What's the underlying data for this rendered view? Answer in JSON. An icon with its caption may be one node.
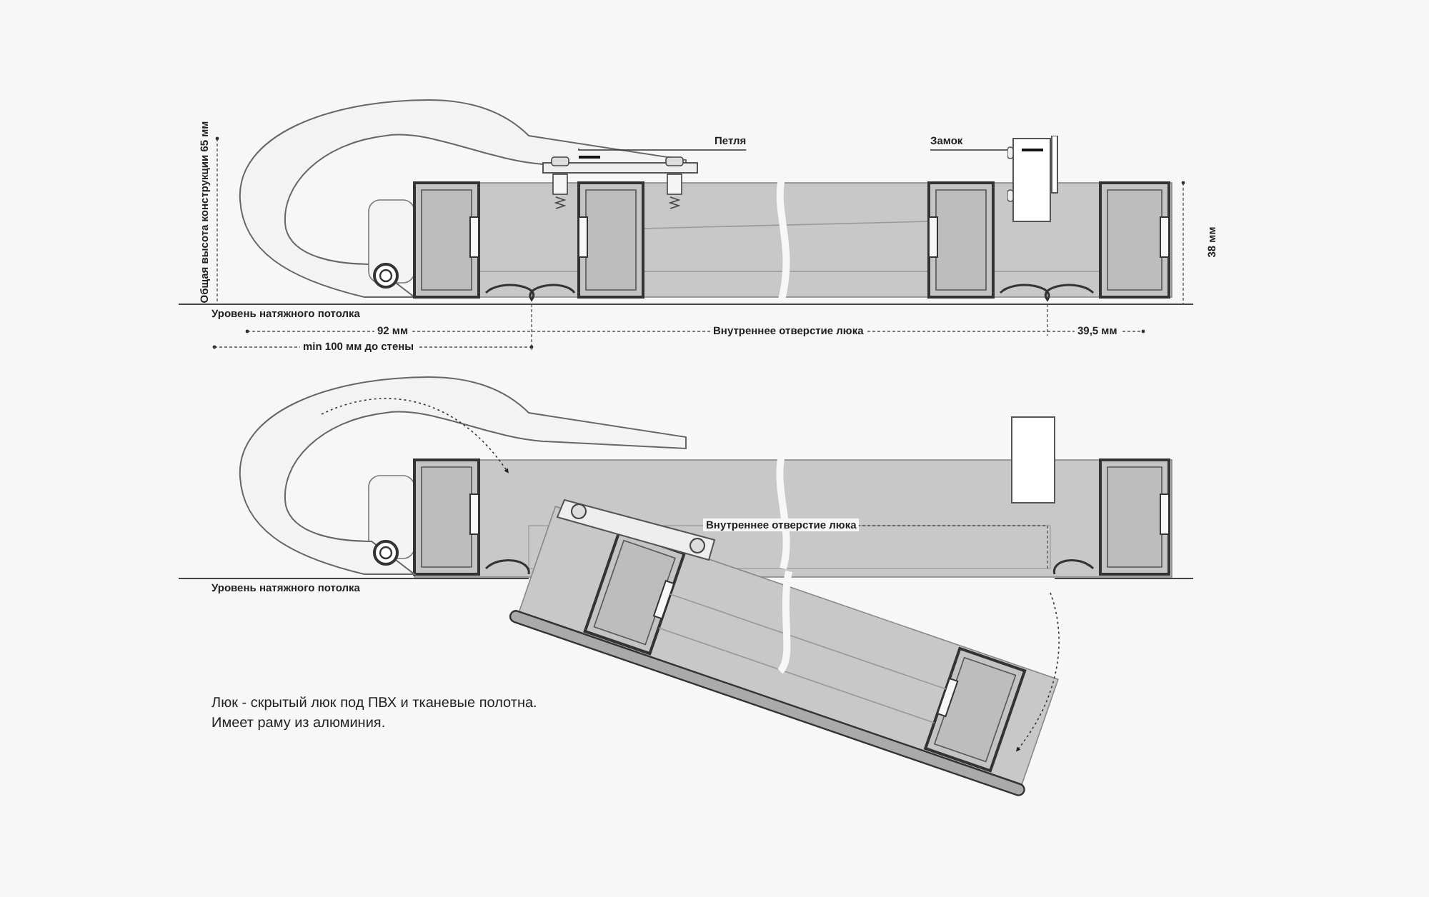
{
  "diagram": {
    "nodes": [
      {
        "text": [
          "Петля"
        ]
      },
      {
        "text": [],
        "shape": "picture"
      },
      {
        "text": [
          "Замок"
        ]
      },
      {
        "text": [],
        "shape": "picture"
      }
    ],
    "edges": [
      {
        "from": 0,
        "to": 1,
        "arrow": "none"
      },
      {
        "from": 2,
        "to": 3,
        "arrow": "none"
      }
    ],
    "labels": [
      "Общая высота конструкции 65 мм",
      "38 мм",
      "Уровень натяжного потолка",
      "92 мм",
      "Внутреннее отверстие люка",
      "39,5 мм",
      "min 100 мм до стены",
      "Внутреннее отверстие люка",
      "Уровень натяжного потолка",
      "Люк - скрытый люк под ПВХ и тканевые полотна. Имеет раму из алюминия."
    ]
  }
}
